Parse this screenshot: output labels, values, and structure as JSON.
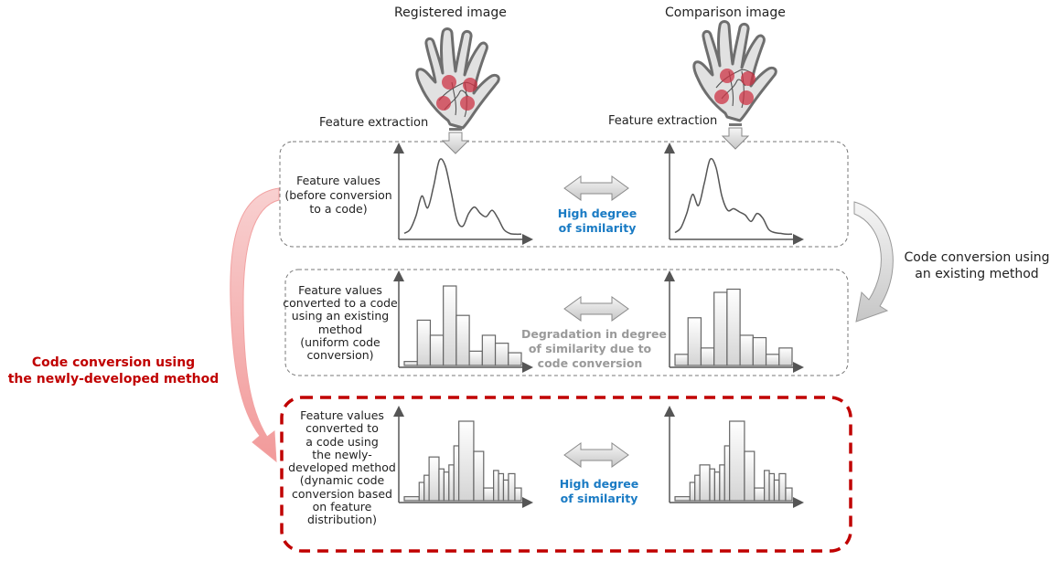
{
  "titles": {
    "registered": "Registered image",
    "comparison": "Comparison image"
  },
  "feature_extraction": {
    "left": "Feature extraction",
    "right": "Feature extraction"
  },
  "rows": [
    {
      "id": "before-conversion",
      "side_label": [
        "Feature values",
        "(before conversion",
        "to a code)"
      ],
      "similarity": [
        "High degree",
        "of similarity"
      ],
      "similarity_tone": "high",
      "chart_kind": "curve"
    },
    {
      "id": "existing-method",
      "side_label": [
        "Feature values",
        "converted to a code",
        "using an existing",
        "method",
        "(uniform code",
        "conversion)"
      ],
      "similarity": [
        "Degradation in degree",
        "of similarity due to",
        "code conversion"
      ],
      "similarity_tone": "degraded",
      "chart_kind": "histogram"
    },
    {
      "id": "new-method",
      "side_label": [
        "Feature values",
        "converted to",
        "a code using",
        "the newly-",
        "developed method",
        "(dynamic code",
        "conversion based",
        "on feature",
        "distribution)"
      ],
      "similarity": [
        "High degree",
        "of similarity"
      ],
      "similarity_tone": "high",
      "chart_kind": "histogram"
    }
  ],
  "arrows": {
    "existing_method_label": [
      "Code conversion using",
      "an existing method"
    ],
    "new_method_label": [
      "Code conversion using",
      "the newly-developed method"
    ]
  },
  "colors": {
    "highlight_red": "#c00000",
    "similarity_blue": "#1a7bc4",
    "degraded_gray": "#9a9a9a",
    "vein_dot_red": "#cc3344",
    "soft_red_arrow": "#f4a6a6"
  },
  "chart_data": [
    {
      "type": "line",
      "title": "Feature values before conversion (registered)",
      "x": [
        0,
        1,
        2,
        3,
        4,
        5,
        6,
        7,
        8,
        9,
        10,
        11,
        12,
        13,
        14,
        15,
        16,
        17,
        18,
        19,
        20
      ],
      "values": [
        0.03,
        0.08,
        0.25,
        0.5,
        0.35,
        0.62,
        0.95,
        0.88,
        0.55,
        0.2,
        0.12,
        0.28,
        0.36,
        0.28,
        0.24,
        0.32,
        0.22,
        0.08,
        0.03,
        0.02,
        0.02
      ]
    },
    {
      "type": "line",
      "title": "Feature values before conversion (comparison)",
      "x": [
        0,
        1,
        2,
        3,
        4,
        5,
        6,
        7,
        8,
        9,
        10,
        11,
        12,
        13,
        14,
        15,
        16,
        17,
        18,
        19,
        20
      ],
      "values": [
        0.04,
        0.1,
        0.28,
        0.52,
        0.38,
        0.66,
        0.96,
        0.86,
        0.5,
        0.32,
        0.34,
        0.3,
        0.26,
        0.18,
        0.28,
        0.22,
        0.08,
        0.04,
        0.03,
        0.02,
        0.02
      ]
    },
    {
      "type": "bar",
      "title": "Existing method code (registered)",
      "values": [
        0.05,
        0.57,
        0.38,
        1.0,
        0.63,
        0.18,
        0.38,
        0.28,
        0.16
      ]
    },
    {
      "type": "bar",
      "title": "Existing method code (comparison)",
      "values": [
        0.14,
        0.6,
        0.22,
        0.92,
        0.96,
        0.38,
        0.35,
        0.14,
        0.22
      ]
    },
    {
      "type": "bar",
      "title": "Newly-developed method code (registered)",
      "widths": [
        3,
        1,
        1,
        2,
        1,
        1,
        1,
        1,
        3,
        2,
        2,
        1,
        1,
        1,
        1.3,
        1.3
      ],
      "values": [
        0.05,
        0.23,
        0.32,
        0.55,
        0.4,
        0.36,
        0.45,
        0.69,
        1.0,
        0.62,
        0.16,
        0.38,
        0.34,
        0.26,
        0.34,
        0.16
      ]
    },
    {
      "type": "bar",
      "title": "Newly-developed method code (comparison)",
      "widths": [
        3,
        1,
        1,
        2,
        1,
        1,
        1,
        1,
        3,
        2,
        2,
        1,
        1,
        1,
        1.3,
        1.3
      ],
      "values": [
        0.05,
        0.23,
        0.32,
        0.45,
        0.4,
        0.36,
        0.45,
        0.69,
        1.0,
        0.62,
        0.16,
        0.38,
        0.34,
        0.26,
        0.34,
        0.16
      ]
    }
  ]
}
